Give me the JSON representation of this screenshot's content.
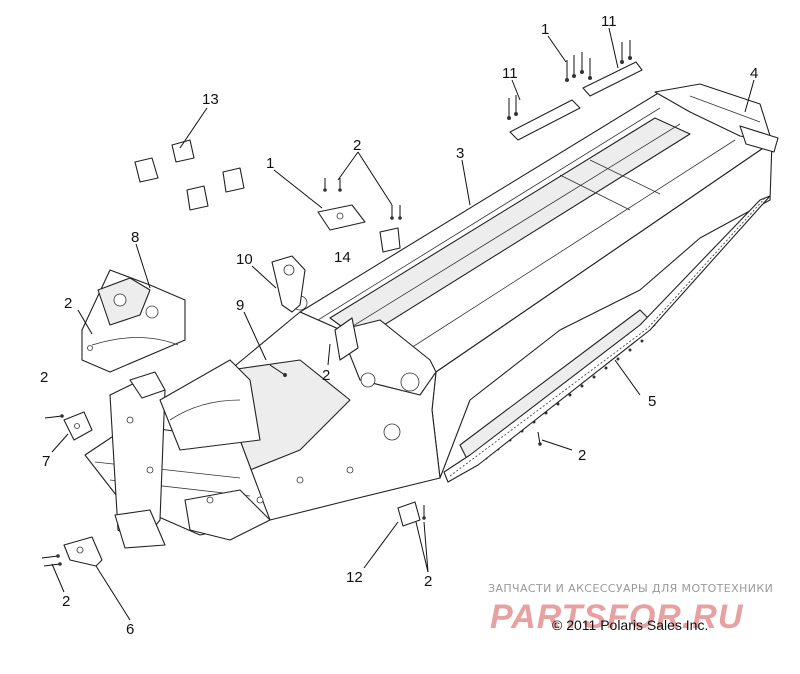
{
  "callouts": [
    {
      "id": "c1a",
      "label": "1"
    },
    {
      "id": "c11a",
      "label": "11"
    },
    {
      "id": "c11b",
      "label": "11"
    },
    {
      "id": "c4",
      "label": "4"
    },
    {
      "id": "c13",
      "label": "13"
    },
    {
      "id": "c2a",
      "label": "2"
    },
    {
      "id": "c1b",
      "label": "1"
    },
    {
      "id": "c3",
      "label": "3"
    },
    {
      "id": "c14",
      "label": "14"
    },
    {
      "id": "c8",
      "label": "8"
    },
    {
      "id": "c10",
      "label": "10"
    },
    {
      "id": "c2b",
      "label": "2"
    },
    {
      "id": "c9",
      "label": "9"
    },
    {
      "id": "c2c",
      "label": "2"
    },
    {
      "id": "c5",
      "label": "5"
    },
    {
      "id": "c2d",
      "label": "2"
    },
    {
      "id": "c7",
      "label": "7"
    },
    {
      "id": "c2e",
      "label": "2"
    },
    {
      "id": "c12",
      "label": "12"
    },
    {
      "id": "c2f",
      "label": "2"
    },
    {
      "id": "c2g",
      "label": "2"
    },
    {
      "id": "c6",
      "label": "6"
    }
  ],
  "watermark": {
    "tagline": "ЗАПЧАСТИ И АКСЕССУАРЫ ДЛЯ МОТОТЕХНИКИ",
    "brand": "PARTSFOR.RU",
    "brand_color": "#e8a0a0"
  },
  "copyright": "© 2011 Polaris Sales Inc."
}
